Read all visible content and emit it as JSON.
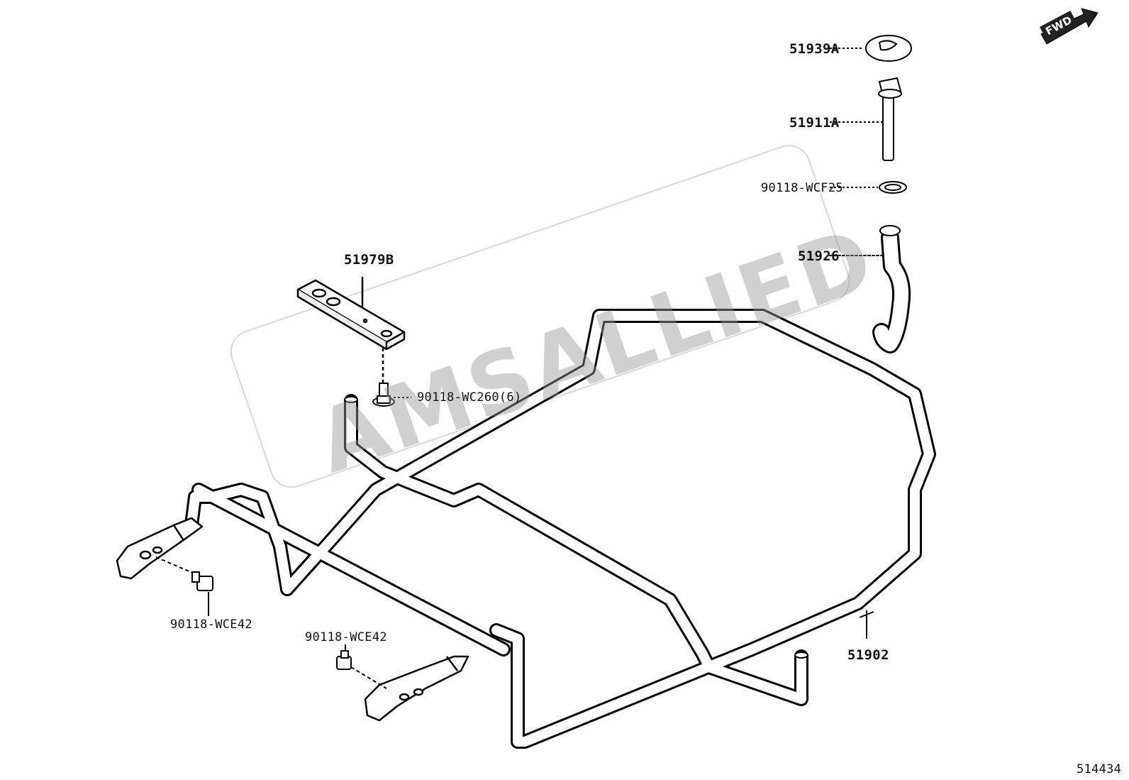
{
  "watermark": "AMSALLIED",
  "direction_badge": "FWD",
  "diagram_number": "514434",
  "parts": {
    "p51939A": "51939A",
    "p51911A": "51911A",
    "p90118_WCF25": "90118-WCF25",
    "p51926": "51926",
    "p51979B": "51979B",
    "p90118_WC260": "90118-WC260(6)",
    "p90118_WCE42_left": "90118-WCE42",
    "p90118_WCE42_center": "90118-WCE42",
    "p51902": "51902"
  }
}
